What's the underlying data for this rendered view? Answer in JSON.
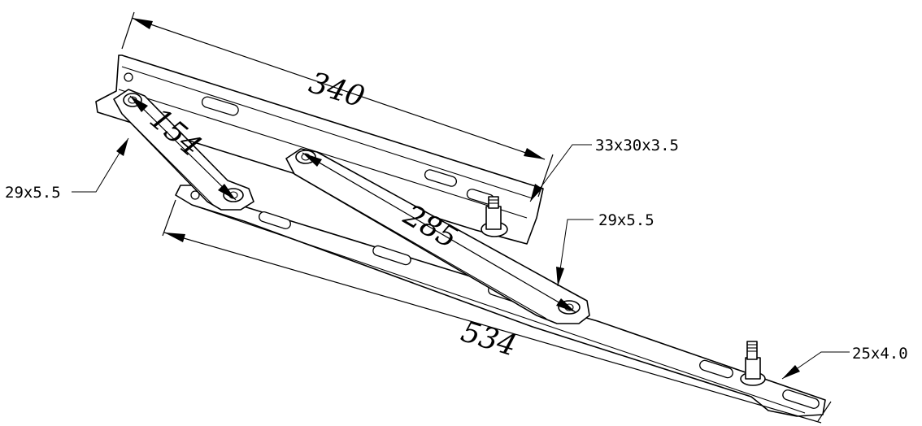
{
  "dimensions": {
    "top_length": "340",
    "short_arm": "154",
    "long_arm": "285",
    "bottom_length": "534"
  },
  "callouts": {
    "angle_profile": "33x30x3.5",
    "short_arm_section": "29x5.5",
    "long_arm_section": "29x5.5",
    "bottom_bar_section": "25x4.0"
  }
}
